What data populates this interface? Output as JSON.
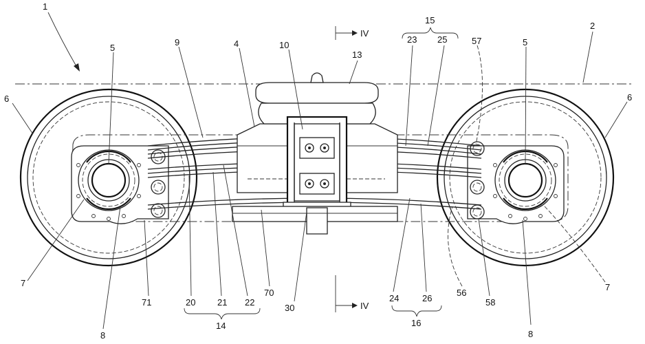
{
  "labels": {
    "l1": "1",
    "l2": "2",
    "l4": "4",
    "l5a": "5",
    "l5b": "5",
    "l6a": "6",
    "l6b": "6",
    "l7a": "7",
    "l7b": "7",
    "l8a": "8",
    "l8b": "8",
    "l9": "9",
    "l10": "10",
    "l13": "13",
    "l14": "14",
    "l15": "15",
    "l16": "16",
    "l20": "20",
    "l21": "21",
    "l22": "22",
    "l23": "23",
    "l24": "24",
    "l25": "25",
    "l26": "26",
    "l30": "30",
    "l56": "56",
    "l57": "57",
    "l58": "58",
    "l70": "70",
    "l71": "71",
    "sec_top": "IV",
    "sec_bot": "IV"
  }
}
